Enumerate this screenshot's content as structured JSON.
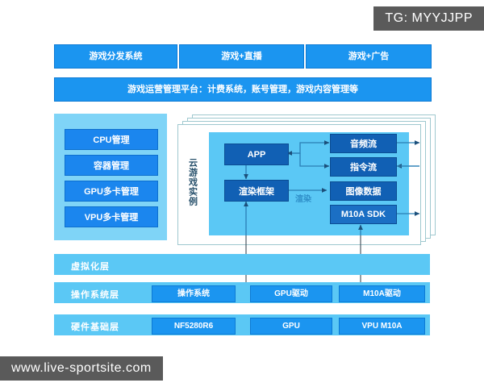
{
  "watermarks": {
    "tg": "TG: MYYJJPP",
    "url": "www.live-sportsite.com"
  },
  "top_row": [
    {
      "label": "游戏分发系统"
    },
    {
      "label": "游戏+直播"
    },
    {
      "label": "游戏+广告"
    }
  ],
  "platform_bar": {
    "label": "游戏运营管理平台：计费系统，账号管理，游戏内容管理等"
  },
  "resource_panel": {
    "items": [
      {
        "label": "CPU管理"
      },
      {
        "label": "容器管理"
      },
      {
        "label": "GPU多卡管理"
      },
      {
        "label": "VPU多卡管理"
      }
    ]
  },
  "instance_panel": {
    "side_label": "云游戏实例",
    "nodes": {
      "app": "APP",
      "render_framework": "渲染框架",
      "audio_stream": "音频流",
      "command_stream": "指令流",
      "image_data": "图像数据",
      "sdk": "M10A SDK"
    },
    "edge_labels": {
      "render": "渲染"
    }
  },
  "layers": [
    {
      "name": "virtualization",
      "label": "虚拟化层",
      "boxes": []
    },
    {
      "name": "operating-system",
      "label": "操作系统层",
      "boxes": [
        {
          "label": "操作系统"
        },
        {
          "label": "GPU驱动"
        },
        {
          "label": "M10A驱动"
        }
      ]
    },
    {
      "name": "hardware",
      "label": "硬件基础层",
      "boxes": [
        {
          "label": "NF5280R6"
        },
        {
          "label": "GPU"
        },
        {
          "label": "VPU M10A"
        }
      ]
    }
  ],
  "colors": {
    "accent_blue": "#1B95F0",
    "dark_blue": "#1160B4",
    "light_blue": "#5BC8F5",
    "panel_blue": "#7FD4F7",
    "watermark_gray": "#5a5a5a"
  }
}
